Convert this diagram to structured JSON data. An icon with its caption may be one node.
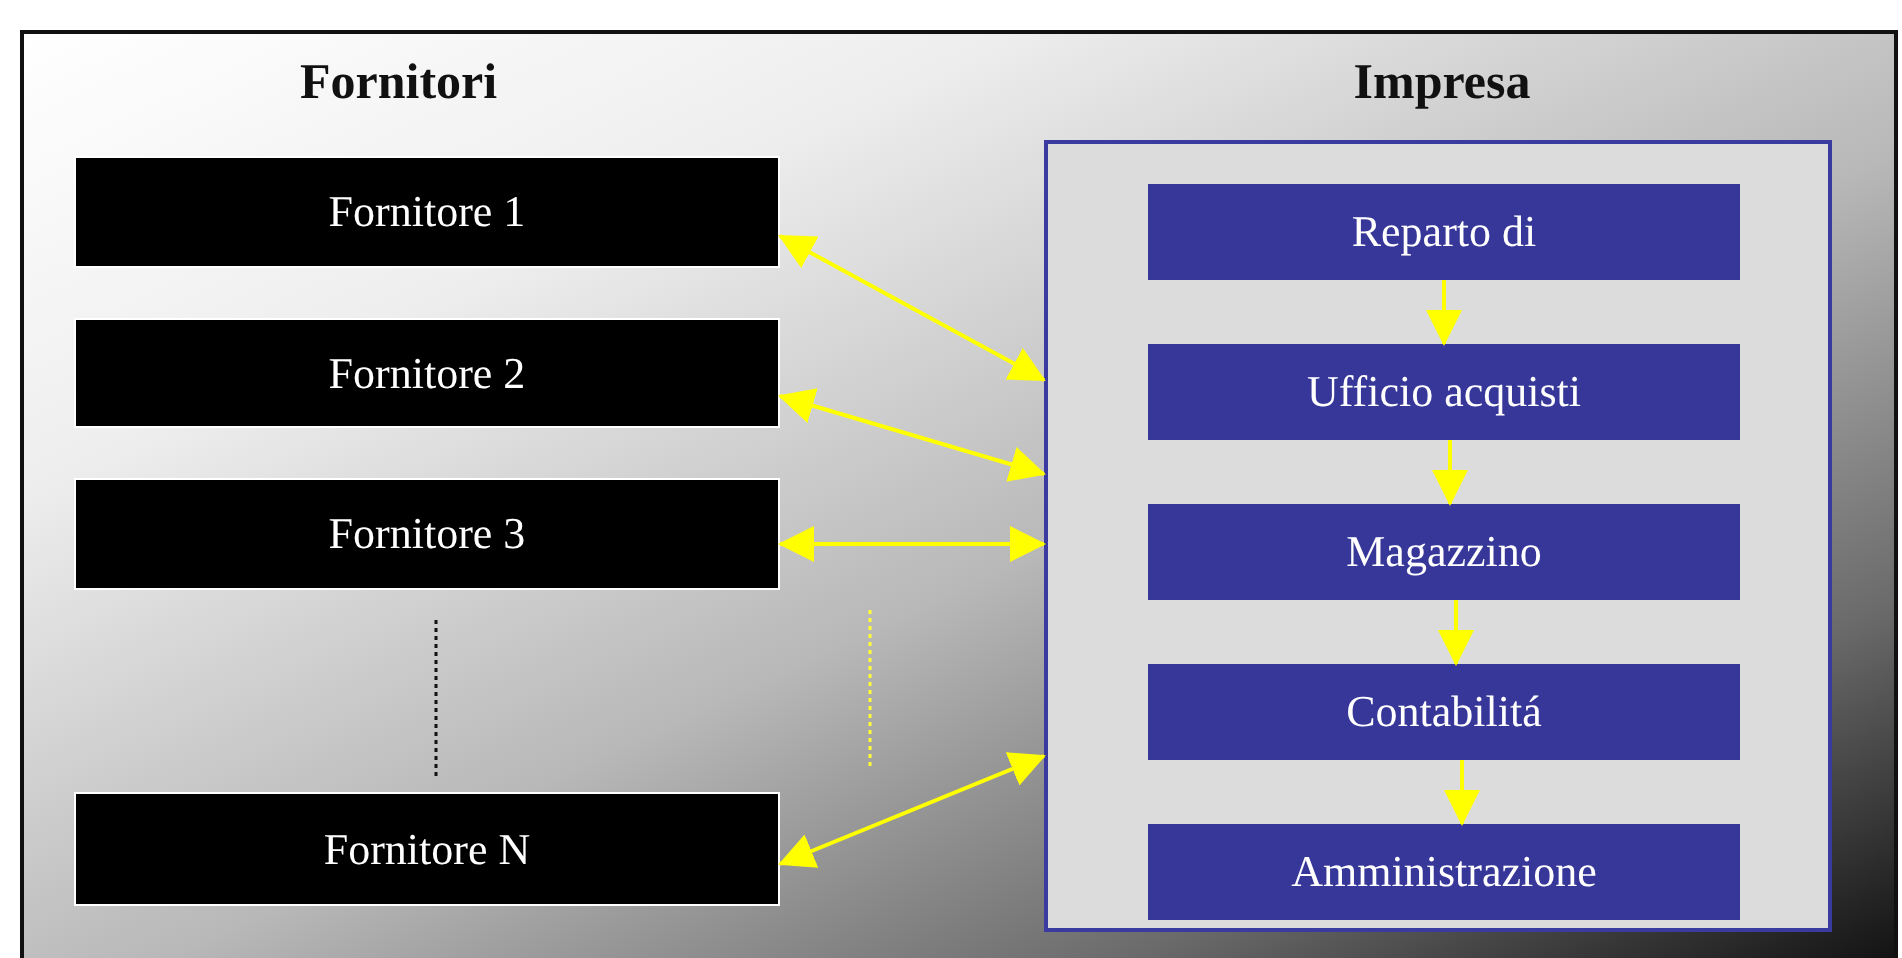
{
  "diagram": {
    "nodes": [
      {
        "text": [
          "Fornitore 1"
        ]
      },
      {
        "text": [
          "Fornitore 2"
        ]
      },
      {
        "text": [
          "Fornitore 3"
        ]
      },
      {
        "text": [
          "Fornitore N"
        ]
      },
      {
        "text": [
          "Impresa"
        ]
      },
      {
        "text": [
          "Reparto di"
        ],
        "in": 4
      },
      {
        "text": [
          "Ufficio acquisti"
        ],
        "in": 4
      },
      {
        "text": [
          "Magazzino"
        ],
        "in": 4
      },
      {
        "text": [
          "Contabilitá"
        ],
        "in": 4
      },
      {
        "text": [
          "Amministrazione"
        ],
        "in": 4
      }
    ],
    "edges": [
      {
        "from": 0,
        "to": 4,
        "arrow": "both"
      },
      {
        "from": 1,
        "to": 4,
        "arrow": "both"
      },
      {
        "from": 2,
        "to": 4,
        "arrow": "both"
      },
      {
        "from": 3,
        "to": 4,
        "arrow": "both"
      },
      {
        "from": 5,
        "to": 6,
        "arrow": "to"
      },
      {
        "from": 6,
        "to": 7,
        "arrow": "to"
      },
      {
        "from": 7,
        "to": 8,
        "arrow": "to"
      },
      {
        "from": 8,
        "to": 9,
        "arrow": "to"
      }
    ],
    "labels": [
      "Fornitori"
    ]
  }
}
